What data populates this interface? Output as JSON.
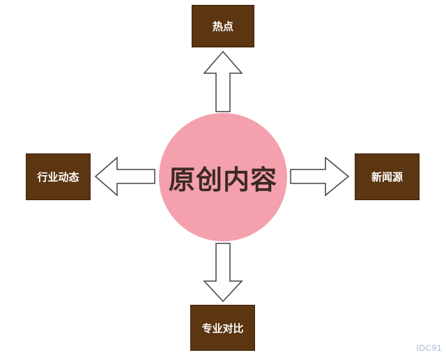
{
  "center": {
    "label": "原创内容",
    "color": "#f4a0ad"
  },
  "nodes": {
    "top": {
      "label": "热点"
    },
    "left": {
      "label": "行业动态"
    },
    "right": {
      "label": "新闻源"
    },
    "bottom": {
      "label": "专业对比"
    }
  },
  "colors": {
    "node_fill": "#5c3511",
    "node_text": "#ffffff",
    "arrow_fill": "#ffffff",
    "arrow_stroke": "#404040",
    "center_text": "#3c2a24"
  },
  "watermark": "IDC91"
}
